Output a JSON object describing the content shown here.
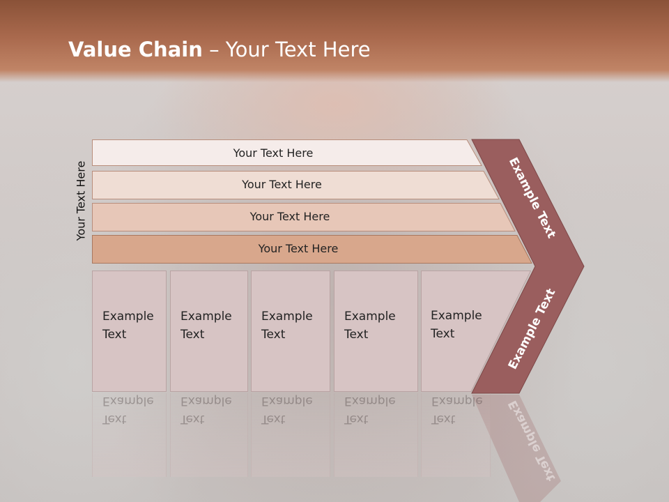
{
  "slide": {
    "title_bold": "Value Chain",
    "title_rest": " – Your Text Here",
    "side_label": "Your Text Here"
  },
  "bars": [
    {
      "label": "Your Text Here"
    },
    {
      "label": "Your Text Here"
    },
    {
      "label": "Your Text Here"
    },
    {
      "label": "Your Text Here"
    }
  ],
  "cells": [
    {
      "line1": "Example",
      "line2": "Text"
    },
    {
      "line1": "Example",
      "line2": "Text"
    },
    {
      "line1": "Example",
      "line2": "Text"
    },
    {
      "line1": "Example",
      "line2": "Text"
    },
    {
      "line1": "Example",
      "line2": "Text"
    }
  ],
  "chevron": {
    "upper_text": "Example Text",
    "lower_text": "Example Text",
    "color": "#9a5e5e"
  },
  "colors": {
    "header": "#a9694d",
    "bar1": "#f5ecea",
    "bar2": "#efddd4",
    "bar3": "#e7c7b8",
    "bar4": "#d8a78c",
    "cell": "#d7c4c4"
  }
}
